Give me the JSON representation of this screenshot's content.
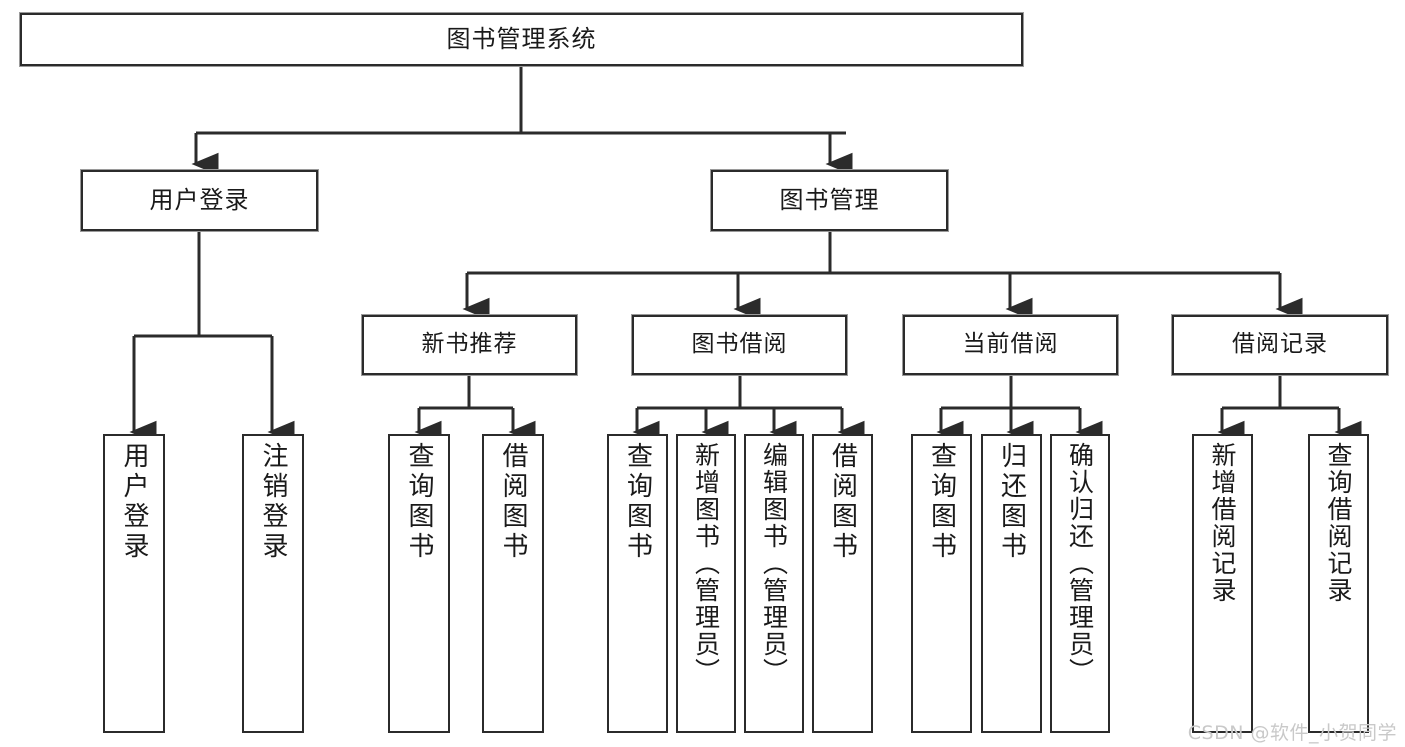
{
  "diagram": {
    "type": "tree-hierarchy",
    "title": "图书管理系统",
    "watermark": "CSDN @软件_小贺同学",
    "colors": {
      "box_border": "#2b2b2b",
      "box_fill": "#ffffff",
      "connector": "#2b2b2b",
      "text": "#1a1a1a",
      "watermark": "#c9c9c9",
      "background": "#ffffff"
    },
    "root": {
      "label": "图书管理系统"
    },
    "level1": [
      {
        "label": "用户登录"
      },
      {
        "label": "图书管理"
      }
    ],
    "level2": [
      {
        "label": "新书推荐"
      },
      {
        "label": "图书借阅"
      },
      {
        "label": "当前借阅"
      },
      {
        "label": "借阅记录"
      }
    ],
    "leaves": {
      "user_login": [
        {
          "label": "用户登录"
        },
        {
          "label": "注销登录"
        }
      ],
      "new_book_recommend": [
        {
          "label": "查询图书"
        },
        {
          "label": "借阅图书"
        }
      ],
      "book_borrow": [
        {
          "label": "查询图书"
        },
        {
          "label": "新增图书（管理员）"
        },
        {
          "label": "编辑图书（管理员）"
        },
        {
          "label": "借阅图书"
        }
      ],
      "current_borrow": [
        {
          "label": "查询图书"
        },
        {
          "label": "归还图书"
        },
        {
          "label": "确认归还（管理员）"
        }
      ],
      "borrow_record": [
        {
          "label": "新增借阅记录"
        },
        {
          "label": "查询借阅记录"
        }
      ]
    }
  }
}
